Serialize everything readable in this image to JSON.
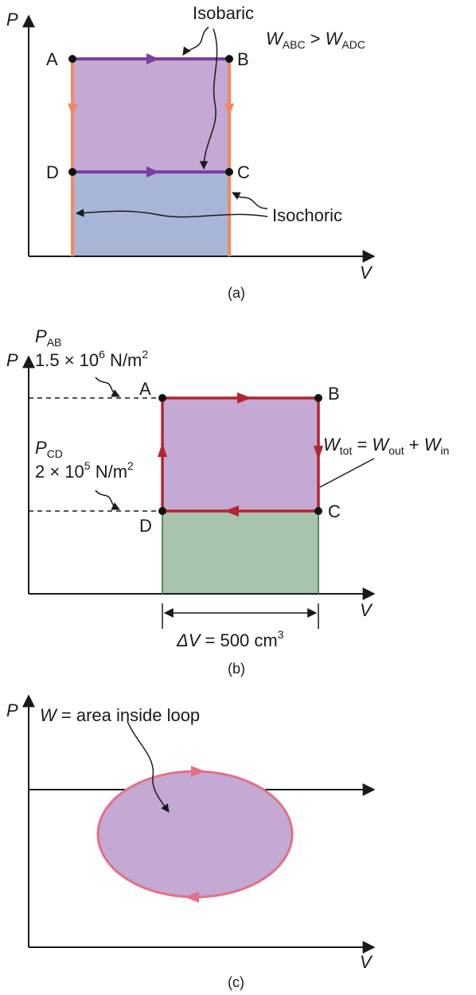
{
  "colors": {
    "purple_fill": "#c3a9d3",
    "blue_fill": "#a8b5d6",
    "green_fill": "#a9c4ad",
    "isobaric_line": "#7b3fa0",
    "isochoric_line": "#f08a5e",
    "cycle_line": "#b3262e",
    "loop_line": "#e56f86"
  },
  "panel_a": {
    "axis_p": "P",
    "axis_v": "V",
    "point_a": "A",
    "point_b": "B",
    "point_c": "C",
    "point_d": "D",
    "isobaric_label": "Isobaric",
    "isochoric_label": "Isochoric",
    "w_left": "W",
    "w_left_sub": "ABC",
    "w_op": " > ",
    "w_right": "W",
    "w_right_sub": "ADC",
    "caption": "(a)"
  },
  "panel_b": {
    "axis_p": "P",
    "axis_v": "V",
    "point_a": "A",
    "point_b": "B",
    "point_c": "C",
    "point_d": "D",
    "pab_sym": "P",
    "pab_sub": "AB",
    "pab_value": "1.5 × 10",
    "pab_exp": "6",
    "pab_unit": " N/m",
    "pab_unit_exp": "2",
    "pcd_sym": "P",
    "pcd_sub": "CD",
    "pcd_value": "2 × 10",
    "pcd_exp": "5",
    "pcd_unit": " N/m",
    "pcd_unit_exp": "2",
    "wtot": "W",
    "wtot_sub": "tot",
    "eq": " = ",
    "wout": "W",
    "wout_sub": "out",
    "plus": " + ",
    "win": "W",
    "win_sub": "in",
    "dv_sym": "ΔV",
    "dv_text": " = 500 cm",
    "dv_exp": "3",
    "caption": "(b)"
  },
  "panel_c": {
    "axis_p": "P",
    "axis_v": "V",
    "w_sym": "W",
    "w_text": " = area inside loop",
    "caption": "(c)"
  }
}
